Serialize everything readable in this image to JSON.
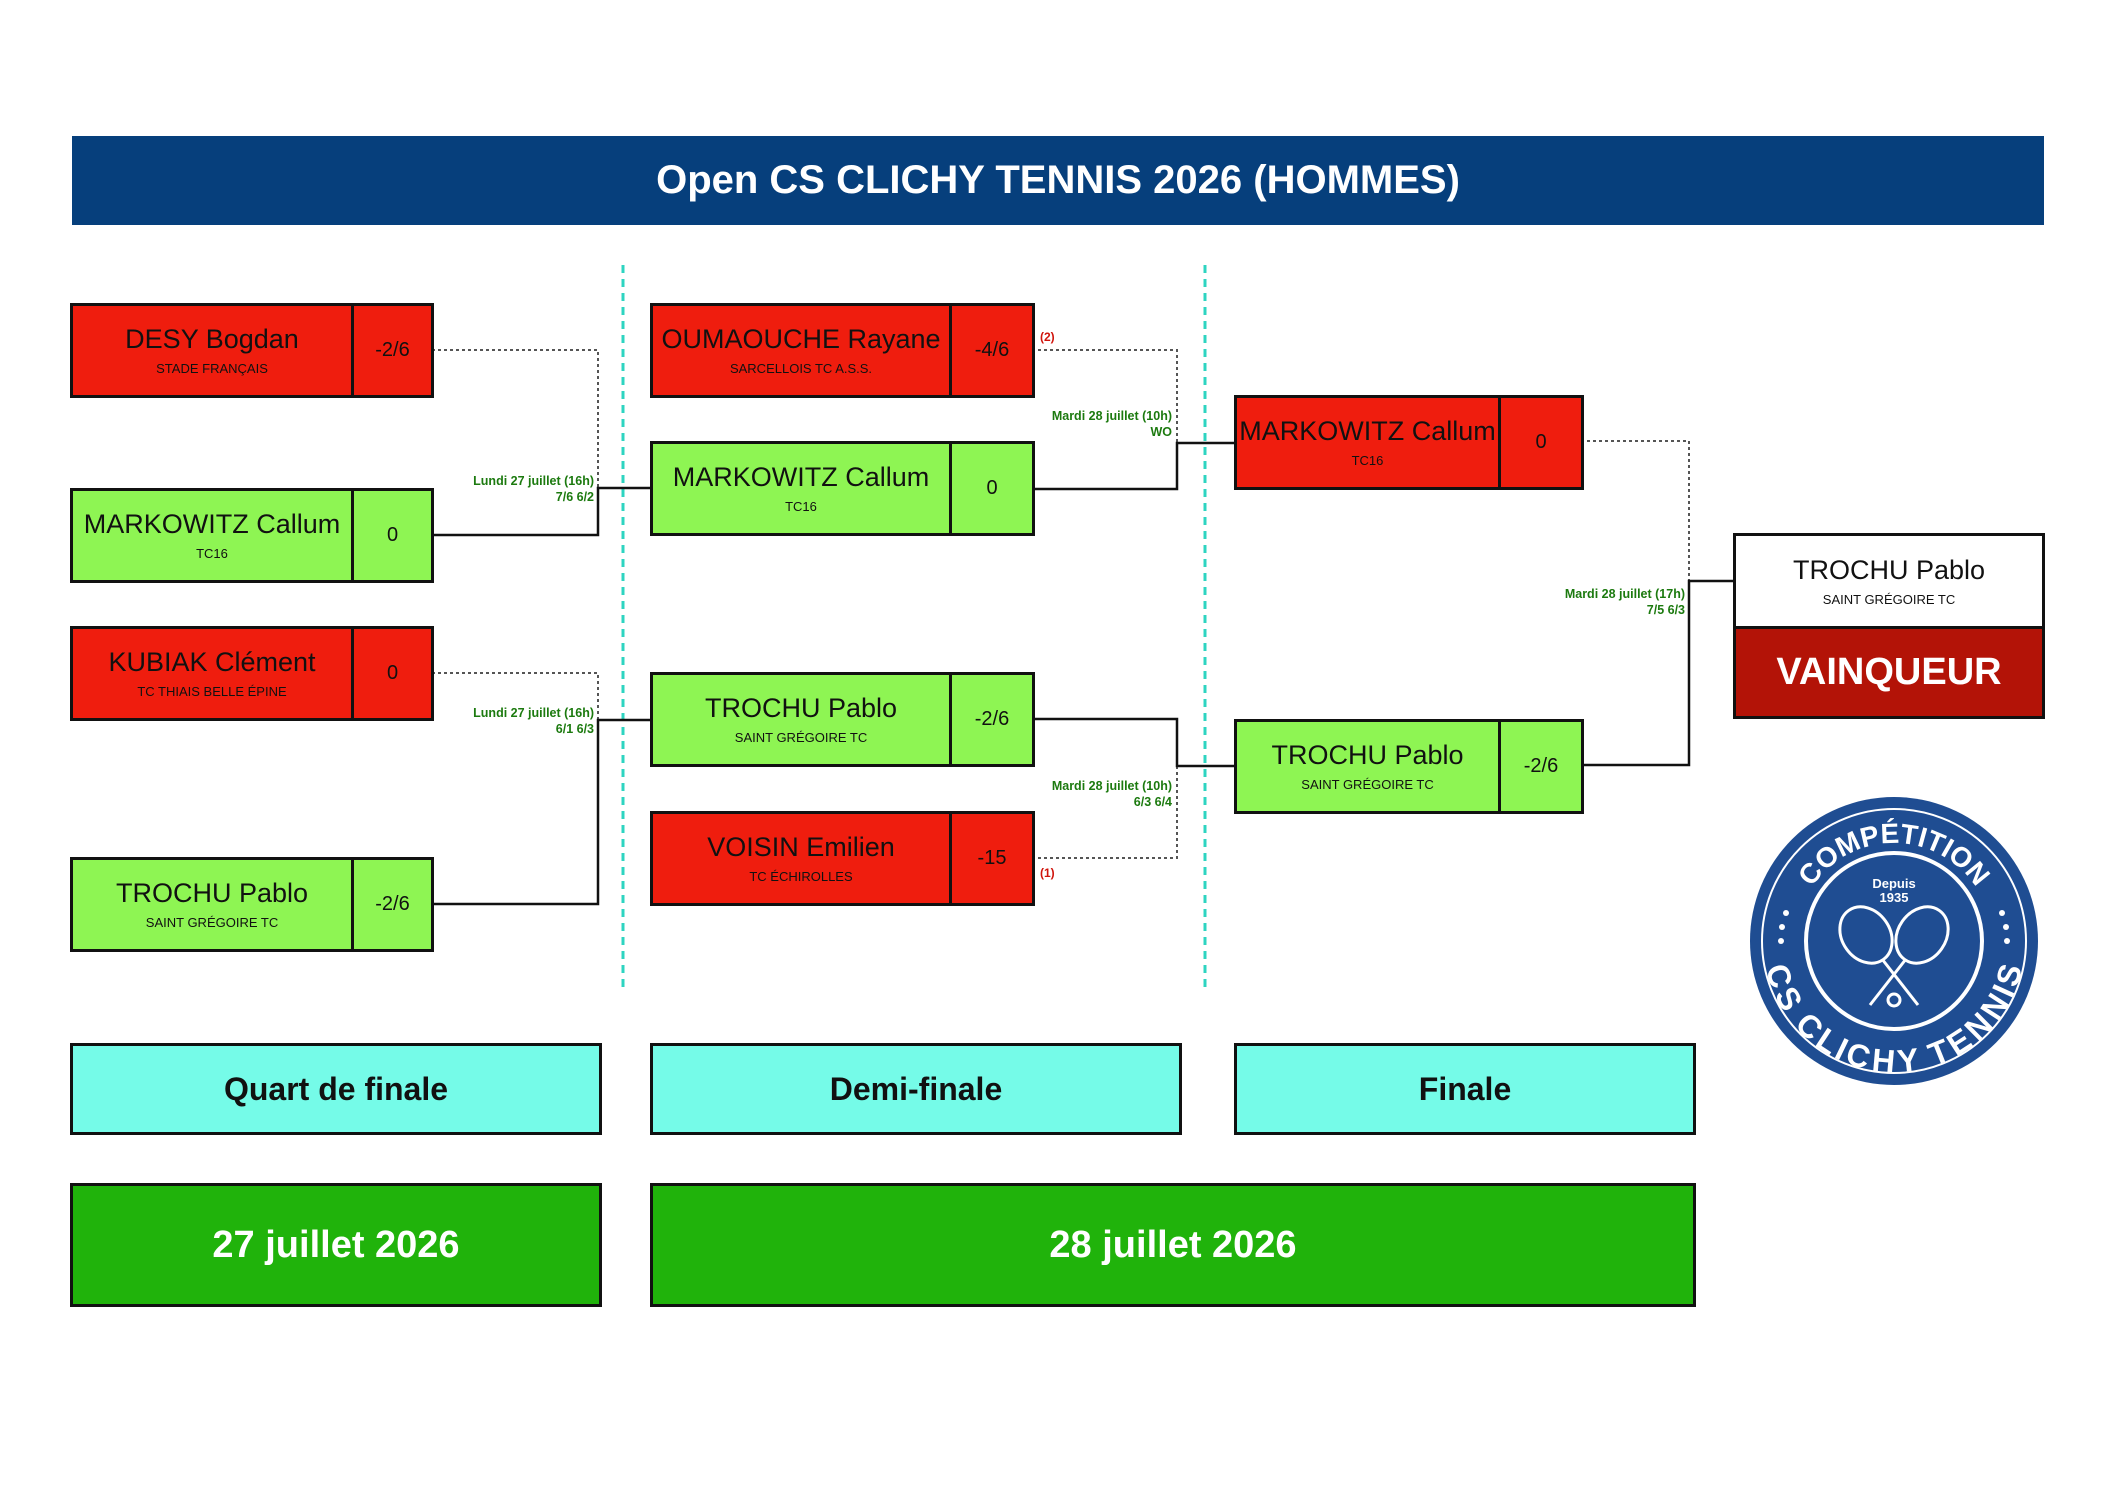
{
  "title": "Open CS CLICHY TENNIS 2026 (HOMMES)",
  "quarterfinals": [
    {
      "name": "DESY Bogdan",
      "club": "STADE FRANÇAIS",
      "rank": "-2/6",
      "result": "loss"
    },
    {
      "name": "MARKOWITZ Callum",
      "club": "TC16",
      "rank": "0",
      "result": "win"
    },
    {
      "name": "KUBIAK Clément",
      "club": "TC THIAIS BELLE ÉPINE",
      "rank": "0",
      "result": "loss"
    },
    {
      "name": "TROCHU Pablo",
      "club": "SAINT GRÉGOIRE TC",
      "rank": "-2/6",
      "result": "win"
    }
  ],
  "semifinals": [
    {
      "name": "OUMAOUCHE Rayane",
      "club": "SARCELLOIS TC A.S.S.",
      "rank": "-4/6",
      "seed": "(2)",
      "result": "loss"
    },
    {
      "name": "MARKOWITZ Callum",
      "club": "TC16",
      "rank": "0",
      "result": "win"
    },
    {
      "name": "TROCHU Pablo",
      "club": "SAINT GRÉGOIRE TC",
      "rank": "-2/6",
      "result": "win"
    },
    {
      "name": "VOISIN Emilien",
      "club": "TC ÉCHIROLLES",
      "rank": "-15",
      "seed": "(1)",
      "result": "loss"
    }
  ],
  "final": [
    {
      "name": "MARKOWITZ Callum",
      "club": "TC16",
      "rank": "0",
      "result": "loss"
    },
    {
      "name": "TROCHU Pablo",
      "club": "SAINT GRÉGOIRE TC",
      "rank": "-2/6",
      "result": "win"
    }
  ],
  "winner": {
    "name": "TROCHU Pablo",
    "club": "SAINT GRÉGOIRE TC",
    "label": "VAINQUEUR"
  },
  "matches": {
    "qf1": {
      "when": "Lundi 27 juillet (16h)",
      "score": "7/6 6/2"
    },
    "qf2": {
      "when": "Lundi 27 juillet (16h)",
      "score": "6/1 6/3"
    },
    "sf1": {
      "when": "Mardi 28 juillet (10h)",
      "score": "WO"
    },
    "sf2": {
      "when": "Mardi 28 juillet (10h)",
      "score": "6/3 6/4"
    },
    "final": {
      "when": "Mardi 28 juillet (17h)",
      "score": "7/5 6/3"
    }
  },
  "rounds": {
    "quarter": "Quart de finale",
    "semi": "Demi-finale",
    "final": "Finale"
  },
  "dates": {
    "day1": "27 juillet 2026",
    "day2": "28 juillet 2026"
  },
  "logo": {
    "top_text": "COMPÉTITION",
    "since": "Depuis",
    "year": "1935",
    "bottom_text": "CS CLICHY TENNIS",
    "icon": "crossed-rackets-icon"
  },
  "colors": {
    "title_bar": "#063f7c",
    "loser": "#ef1d0e",
    "winner_cell": "#8ef553",
    "vainqueur": "#b31307",
    "round_label": "#75fbe8",
    "date_label": "#20b30b",
    "match_info": "#1c7a0f",
    "seed": "#d0140c"
  }
}
